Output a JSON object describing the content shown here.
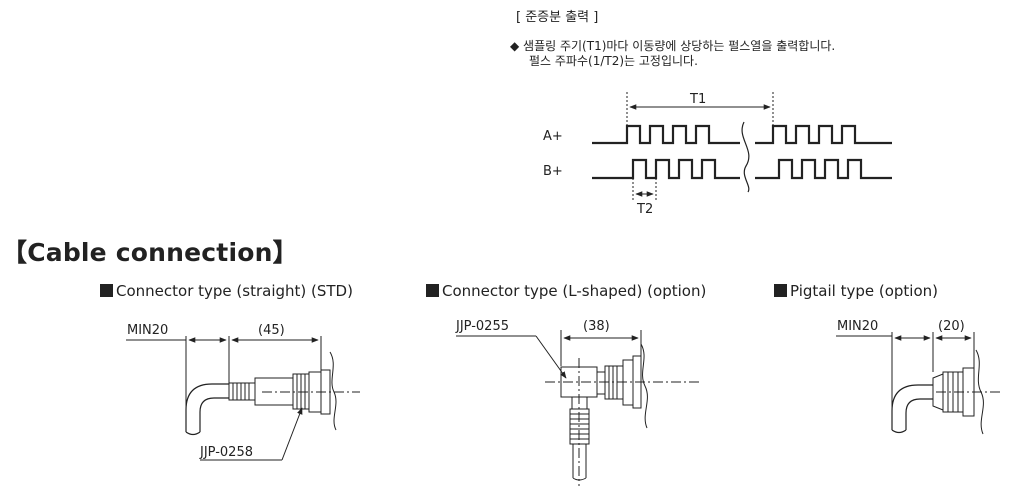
{
  "incremental": {
    "title": "[ 준증분 출력 ]",
    "bullet_line1": "◆ 샘플링 주기(T1)마다 이동량에 상당하는 펄스열을 출력합니다.",
    "bullet_line2": "펄스 주파수(1/T2)는 고정입니다.",
    "signal_a": "A+",
    "signal_b": "B+",
    "label_t1": "T1",
    "label_t2": "T2"
  },
  "cable": {
    "section_title": "【Cable connection】",
    "types": [
      {
        "title": "Connector type (straight) (STD)",
        "dim_min": "MIN20",
        "dim_length": "(45)",
        "part": "JJP-0258"
      },
      {
        "title": "Connector type (L-shaped) (option)",
        "dim_length": "(38)",
        "part": "JJP-0255"
      },
      {
        "title": "Pigtail type (option)",
        "dim_min": "MIN20",
        "dim_length": "(20)"
      }
    ]
  }
}
